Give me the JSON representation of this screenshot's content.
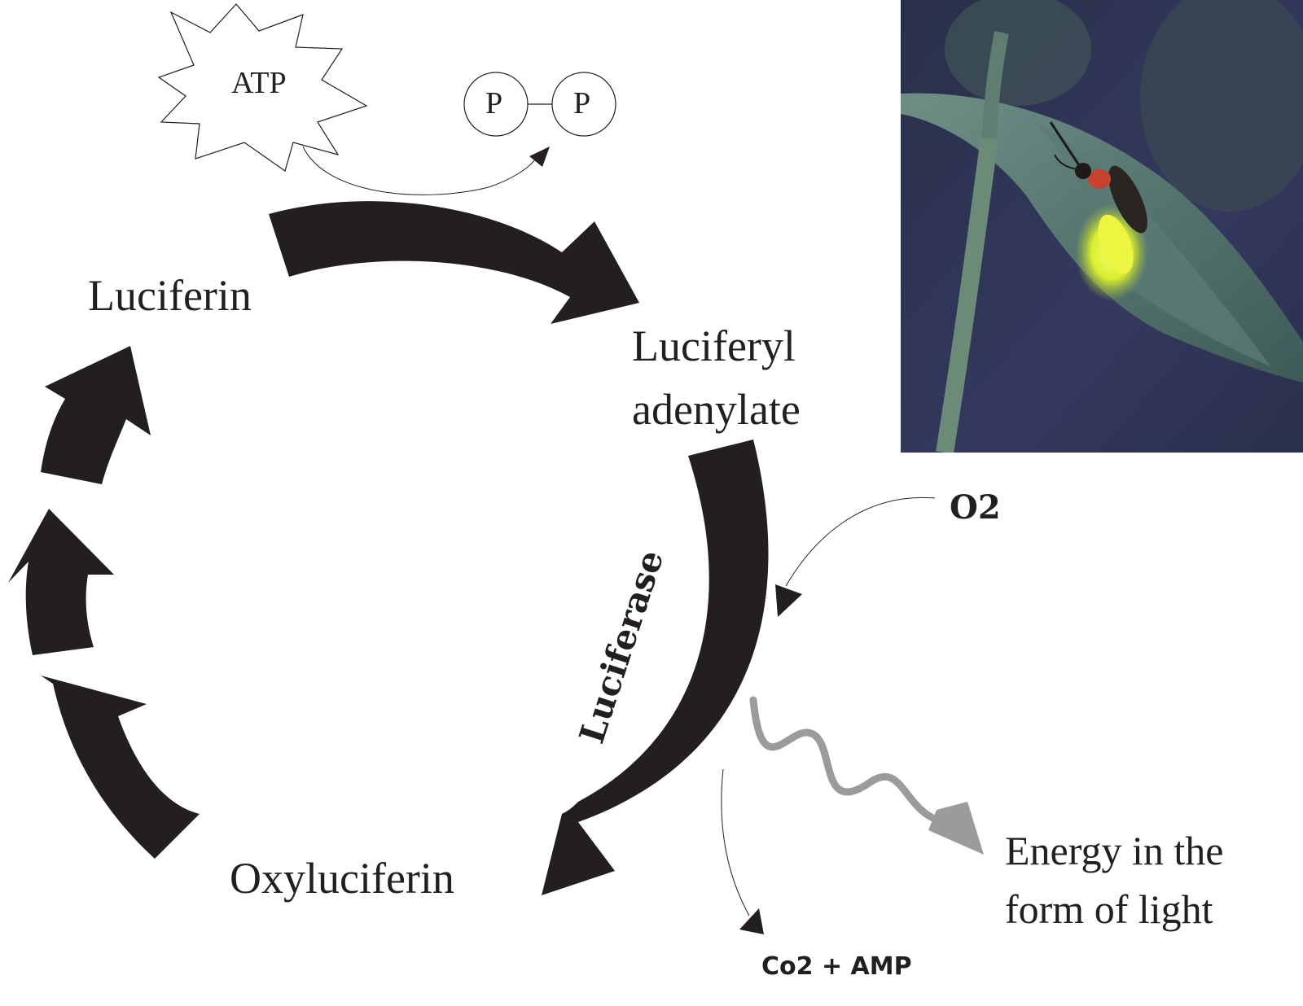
{
  "labels": {
    "atp": "ATP",
    "phosphate_1": "P",
    "phosphate_2": "P",
    "luciferin": "Luciferin",
    "luciferyl_line1": "Luciferyl",
    "luciferyl_line2": "adenylate",
    "oxyluciferin": "Oxyluciferin",
    "enzyme": "Luciferase",
    "oxygen": "O2",
    "byproducts": "Co2 + AMP",
    "light_line1": "Energy in the",
    "light_line2": "form of light"
  },
  "colors": {
    "arrow": "#231f20",
    "light_wave": "#9b9b9b",
    "text": "#231f20",
    "photo_bg": "#2f3552",
    "firefly_glow": "#e8f23a"
  },
  "photo": {
    "subject": "firefly-on-leaf"
  }
}
